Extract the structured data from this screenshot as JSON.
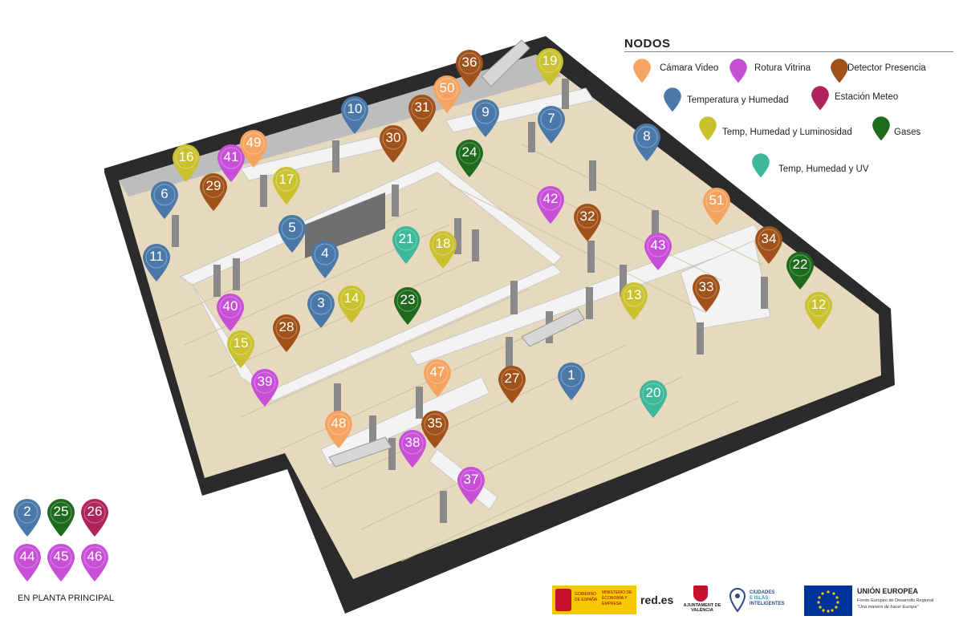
{
  "legend": {
    "title": "NODOS",
    "items": [
      {
        "label": "Cámara Video",
        "color": "#F4A460",
        "icon": "orange-pin"
      },
      {
        "label": "Rotura Vitrina",
        "color": "#C84FD8",
        "icon": "purple-pin"
      },
      {
        "label": "Detector Presencia",
        "color": "#A0521A",
        "icon": "brown-pin"
      },
      {
        "label": "Temperatura y Humedad",
        "color": "#4A78A8",
        "icon": "blue-pin"
      },
      {
        "label": "Estación Meteo",
        "color": "#B0245C",
        "icon": "crimson-pin"
      },
      {
        "label": "Temp, Humedad y Luminosidad",
        "color": "#C9C22E",
        "icon": "yellow-pin"
      },
      {
        "label": "Gases",
        "color": "#1E6B1E",
        "icon": "green-pin"
      },
      {
        "label": "Temp, Humedad y UV",
        "color": "#3DB89A",
        "icon": "teal-pin"
      }
    ]
  },
  "colors": {
    "camara": "#F4A460",
    "rotura": "#C84FD8",
    "presencia": "#A0521A",
    "temphum": "#4A78A8",
    "meteo": "#B0245C",
    "luminosidad": "#C9C22E",
    "gases": "#1E6B1E",
    "uv": "#3DB89A"
  },
  "nodes": [
    {
      "id": "1",
      "type": "temphum"
    },
    {
      "id": "3",
      "type": "temphum"
    },
    {
      "id": "4",
      "type": "temphum"
    },
    {
      "id": "5",
      "type": "temphum"
    },
    {
      "id": "6",
      "type": "temphum"
    },
    {
      "id": "7",
      "type": "temphum"
    },
    {
      "id": "8",
      "type": "temphum"
    },
    {
      "id": "9",
      "type": "temphum"
    },
    {
      "id": "10",
      "type": "temphum"
    },
    {
      "id": "11",
      "type": "temphum"
    },
    {
      "id": "12",
      "type": "luminosidad"
    },
    {
      "id": "13",
      "type": "luminosidad"
    },
    {
      "id": "14",
      "type": "luminosidad"
    },
    {
      "id": "15",
      "type": "luminosidad"
    },
    {
      "id": "16",
      "type": "luminosidad"
    },
    {
      "id": "17",
      "type": "luminosidad"
    },
    {
      "id": "18",
      "type": "luminosidad"
    },
    {
      "id": "19",
      "type": "luminosidad"
    },
    {
      "id": "20",
      "type": "uv"
    },
    {
      "id": "21",
      "type": "uv"
    },
    {
      "id": "22",
      "type": "gases"
    },
    {
      "id": "23",
      "type": "gases"
    },
    {
      "id": "24",
      "type": "gases"
    },
    {
      "id": "27",
      "type": "presencia"
    },
    {
      "id": "28",
      "type": "presencia"
    },
    {
      "id": "29",
      "type": "presencia"
    },
    {
      "id": "30",
      "type": "presencia"
    },
    {
      "id": "31",
      "type": "presencia"
    },
    {
      "id": "32",
      "type": "presencia"
    },
    {
      "id": "33",
      "type": "presencia"
    },
    {
      "id": "34",
      "type": "presencia"
    },
    {
      "id": "35",
      "type": "presencia"
    },
    {
      "id": "36",
      "type": "presencia"
    },
    {
      "id": "37",
      "type": "rotura"
    },
    {
      "id": "38",
      "type": "rotura"
    },
    {
      "id": "39",
      "type": "rotura"
    },
    {
      "id": "40",
      "type": "rotura"
    },
    {
      "id": "41",
      "type": "rotura"
    },
    {
      "id": "42",
      "type": "rotura"
    },
    {
      "id": "43",
      "type": "rotura"
    },
    {
      "id": "47",
      "type": "camara"
    },
    {
      "id": "48",
      "type": "camara"
    },
    {
      "id": "49",
      "type": "camara"
    },
    {
      "id": "50",
      "type": "camara"
    },
    {
      "id": "51",
      "type": "camara"
    }
  ],
  "planta_principal": {
    "nodes": [
      {
        "id": "2",
        "type": "temphum"
      },
      {
        "id": "25",
        "type": "gases"
      },
      {
        "id": "26",
        "type": "meteo"
      },
      {
        "id": "44",
        "type": "rotura"
      },
      {
        "id": "45",
        "type": "rotura"
      },
      {
        "id": "46",
        "type": "rotura"
      }
    ],
    "caption": "EN PLANTA PRINCIPAL"
  },
  "logos": {
    "spain_gov": "GOBIERNO DE ESPAÑA",
    "ministry": "MINISTERIO DE ECONOMÍA Y EMPRESA",
    "redes": "red.es",
    "ayuntamiento": "AJUNTAMENT DE VALÈNCIA",
    "ciudades_line1": "CIUDADES",
    "ciudades_line2": "E ISLAS",
    "ciudades_line3": "INTELIGENTES",
    "eu_title": "UNIÓN EUROPEA",
    "eu_fund": "Fondo Europeo de Desarrollo Regional",
    "eu_motto": "\"Una manera de hacer Europa\""
  }
}
